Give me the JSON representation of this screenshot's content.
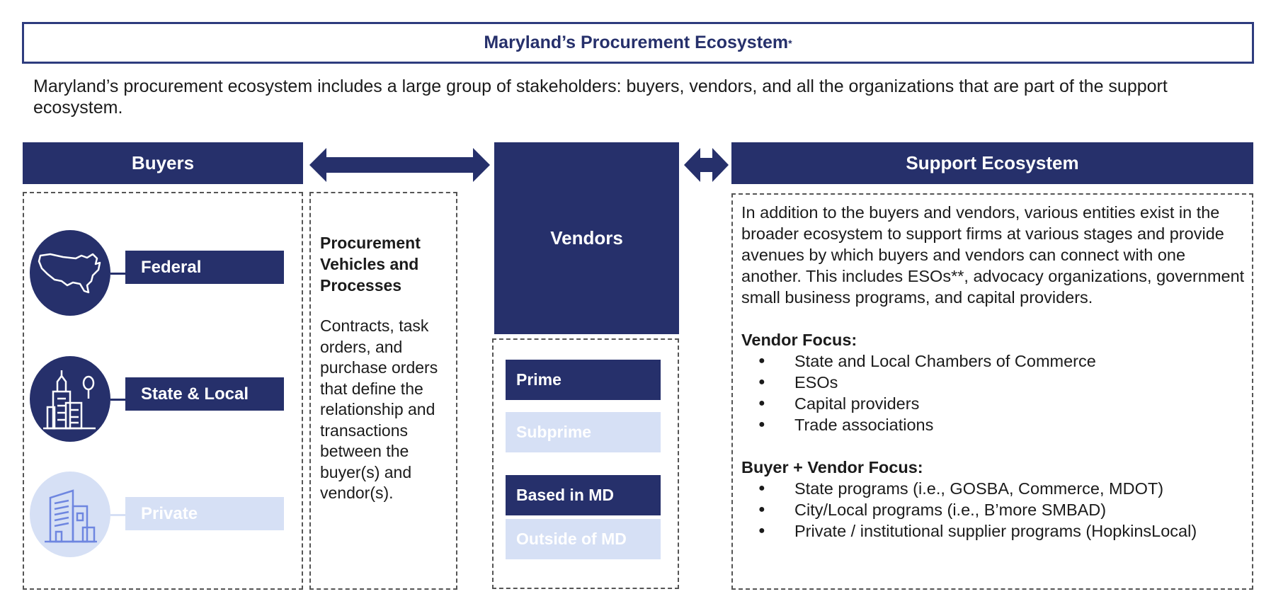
{
  "title": "Maryland’s Procurement Ecosystem",
  "title_mark": "*",
  "intro": "Maryland’s procurement ecosystem includes a large group of stakeholders: buyers, vendors, and all the organizations that are part of the support ecosystem.",
  "buyers": {
    "header": "Buyers",
    "items": [
      {
        "label": "Federal",
        "icon": "us-map-icon",
        "style": "dark"
      },
      {
        "label": "State & Local",
        "icon": "city-buildings-icon",
        "style": "dark"
      },
      {
        "label": "Private",
        "icon": "office-building-icon",
        "style": "faded"
      }
    ]
  },
  "vehicles": {
    "title": "Procurement Vehicles and Processes",
    "description": "Contracts, task orders, and purchase orders that define the relationship and transactions between the buyer(s) and vendor(s)."
  },
  "vendors": {
    "header": "Vendors",
    "types": [
      {
        "label": "Prime",
        "style": "dark"
      },
      {
        "label": "Subprime",
        "style": "faded"
      },
      {
        "label": "Based in MD",
        "style": "dark"
      },
      {
        "label": "Outside of MD",
        "style": "faded"
      }
    ]
  },
  "support": {
    "header": "Support Ecosystem",
    "description": "In addition to the buyers and vendors, various entities exist in the broader ecosystem to support firms at various stages and provide avenues by which buyers and vendors can connect with one another. This includes ESOs**, advocacy organizations, government small business programs, and capital providers.",
    "vendor_focus_title": "Vendor Focus:",
    "vendor_focus": [
      "State and Local Chambers of Commerce",
      "ESOs",
      "Capital providers",
      "Trade associations"
    ],
    "buyer_vendor_focus_title": "Buyer + Vendor Focus:",
    "buyer_vendor_focus": [
      "State programs (i.e., GOSBA, Commerce, MDOT)",
      "City/Local programs (i.e., B’more SMBAD)",
      "Private / institutional supplier programs (HopkinsLocal)"
    ]
  },
  "colors": {
    "navy": "#26306b",
    "light": "#d6e0f5",
    "accent": "#2e3c7e"
  }
}
